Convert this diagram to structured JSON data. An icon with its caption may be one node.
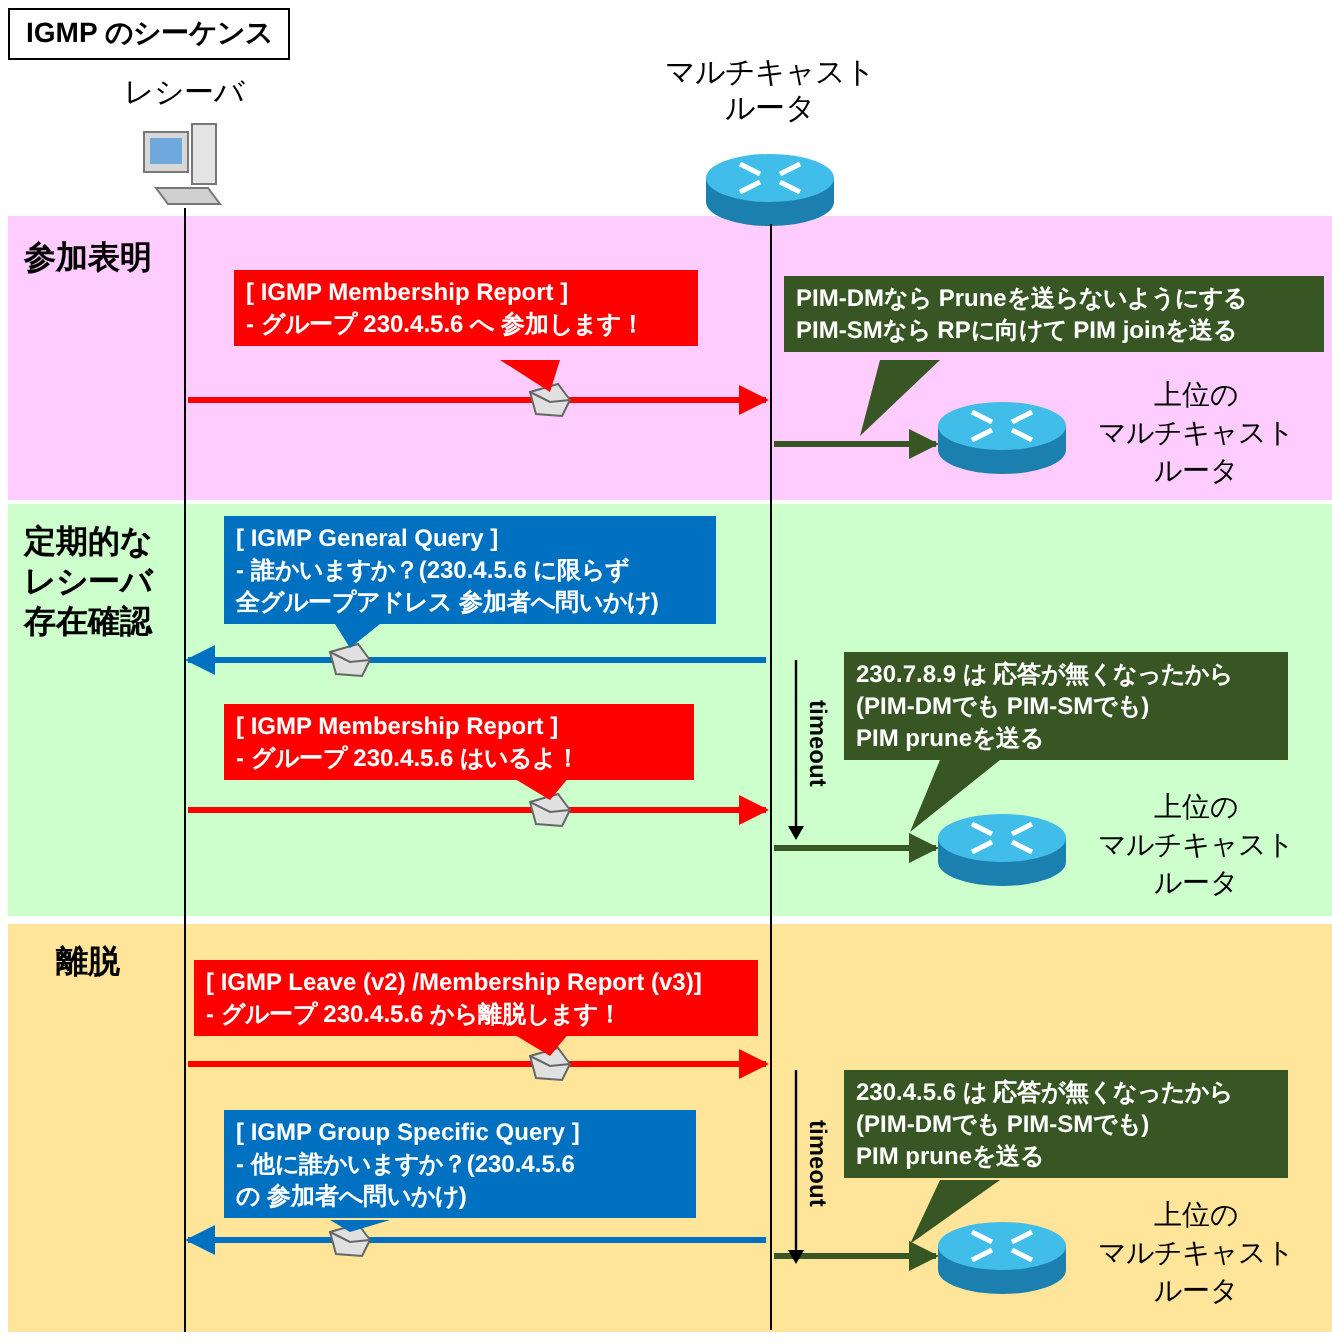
{
  "diagram": {
    "title": "IGMP のシーケンス",
    "nodes": [
      {
        "text": [
          "レシーバ"
        ]
      },
      {
        "text": [
          "マルチキャストルータ"
        ]
      },
      {
        "text": [
          "参加表明"
        ]
      },
      {
        "text": [
          "定期的なレシーバ存在確認"
        ]
      },
      {
        "text": [
          "離脱"
        ]
      },
      {
        "text": [
          "上位のマルチキャストルータ"
        ],
        "in": 2
      },
      {
        "text": [
          "上位のマルチキャストルータ"
        ],
        "in": 3
      },
      {
        "text": [
          "上位のマルチキャストルータ"
        ],
        "in": 4
      }
    ],
    "edges": [
      {
        "from": 0,
        "to": 1,
        "arrow": "to",
        "color": "#ff0000",
        "label": "[ IGMP Membership Report ] - グループ 230.4.5.6 へ 参加します！"
      },
      {
        "from": 1,
        "to": 5,
        "arrow": "to",
        "color": "#375623",
        "label": "PIM-DMなら Pruneを送らないようにする PIM-SMなら RPに向けて PIM joinを送る"
      },
      {
        "from": 1,
        "to": 0,
        "arrow": "to",
        "color": "#0070c0",
        "label": "[ IGMP General Query ] - 誰かいますか？(230.4.5.6 に限らず全グループアドレス 参加者へ問いかけ)"
      },
      {
        "from": 0,
        "to": 1,
        "arrow": "to",
        "color": "#ff0000",
        "label": "[ IGMP Membership Report ] - グループ 230.4.5.6 はいるよ！"
      },
      {
        "from": 1,
        "to": 6,
        "arrow": "to",
        "color": "#375623",
        "label": "230.7.8.9 は 応答が無くなったから (PIM-DMでも PIM-SMでも) PIM pruneを送る"
      },
      {
        "from": 0,
        "to": 1,
        "arrow": "to",
        "color": "#ff0000",
        "label": "[ IGMP Leave (v2) /Membership Report (v3)] - グループ 230.4.5.6 から離脱します！"
      },
      {
        "from": 1,
        "to": 0,
        "arrow": "to",
        "color": "#0070c0",
        "label": "[ IGMP Group Specific Query ] - 他に誰かいますか？(230.4.5.6 の 参加者へ問いかけ)"
      },
      {
        "from": 1,
        "to": 7,
        "arrow": "to",
        "color": "#375623",
        "label": "230.4.5.6 は 応答が無くなったから (PIM-DMでも PIM-SMでも) PIM pruneを送る"
      }
    ],
    "labels": [
      "timeout",
      "timeout"
    ]
  }
}
